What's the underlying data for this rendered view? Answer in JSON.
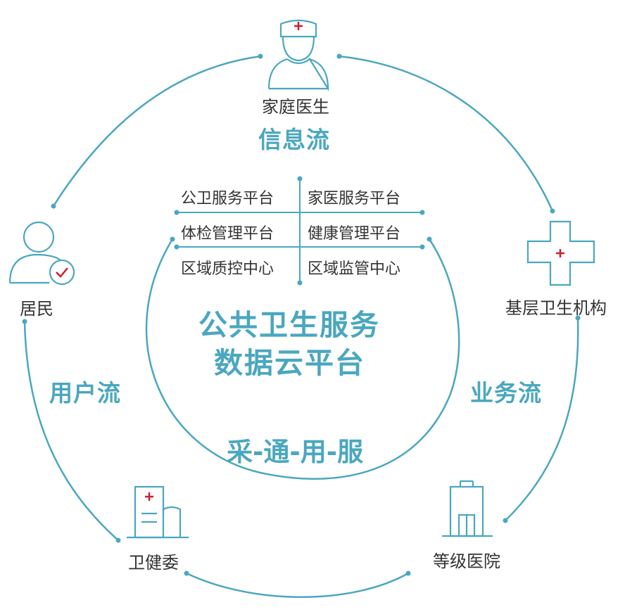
{
  "nodes": {
    "doctor": "家庭医生",
    "resident": "居民",
    "clinic": "基层卫生机构",
    "commission": "卫健委",
    "hospital": "等级医院"
  },
  "flows": {
    "info": "信息流",
    "user": "用户流",
    "business": "业务流"
  },
  "platforms": [
    [
      "公卫服务平台",
      "家医服务平台"
    ],
    [
      "体检管理平台",
      "健康管理平台"
    ],
    [
      "区域质控中心",
      "区域监管中心"
    ]
  ],
  "center": {
    "line1": "公共卫生服务",
    "line2": "数据云平台",
    "slogan": "采-通-用-服"
  },
  "colors": {
    "teal": "#4aa7bf",
    "red": "#cc1f2f",
    "text": "#333333"
  },
  "icons": [
    "doctor-icon",
    "resident-icon",
    "cross-icon",
    "commission-building-icon",
    "hospital-building-icon"
  ]
}
